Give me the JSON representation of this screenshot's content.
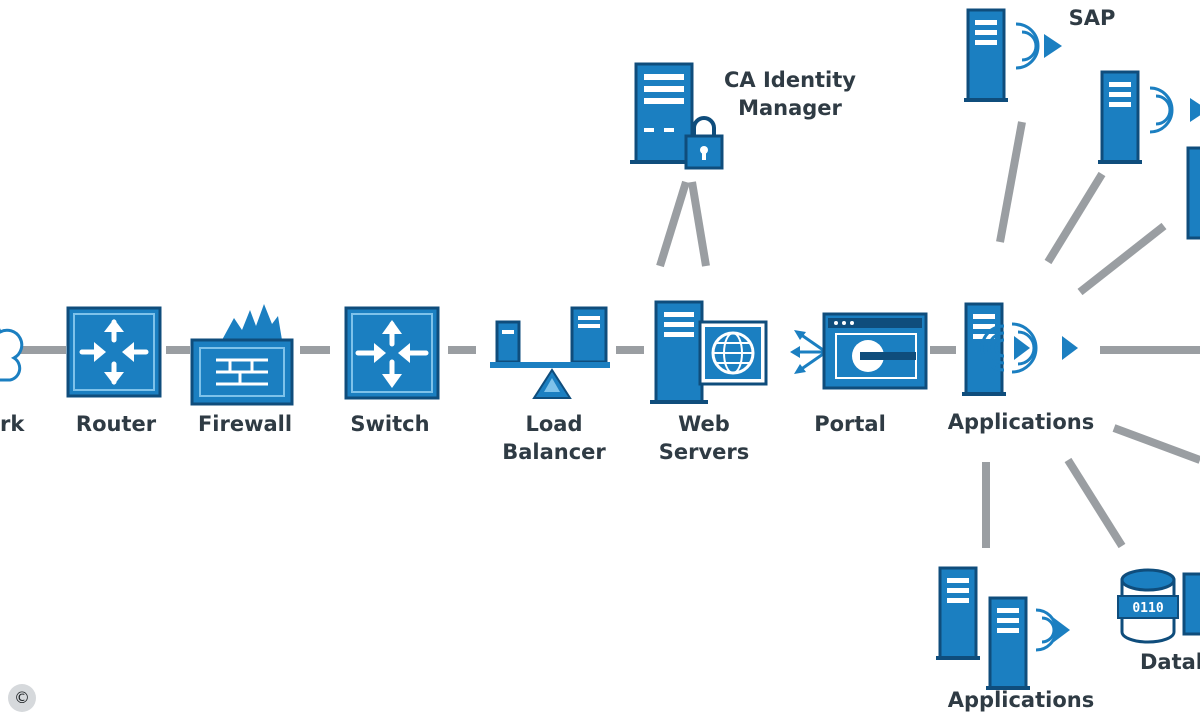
{
  "diagram": {
    "labels": {
      "network": "rk",
      "router": "Router",
      "firewall": "Firewall",
      "switch": "Switch",
      "load_balancer": [
        "Load",
        "Balancer"
      ],
      "web_servers": [
        "Web",
        "Servers"
      ],
      "portal": "Portal",
      "identity_manager": [
        "CA Identity",
        "Manager"
      ],
      "applications_main": "Applications",
      "sap": "SAP",
      "applications_bottom": "Applications",
      "database": "Datal"
    },
    "colors": {
      "primary_blue": "#1b7fc1",
      "dark_blue": "#0f4d7c",
      "light_blue": "#7ec2ea",
      "connector_gray": "#9a9ea2",
      "label_text": "#2f3b44"
    },
    "copyright": "©"
  }
}
